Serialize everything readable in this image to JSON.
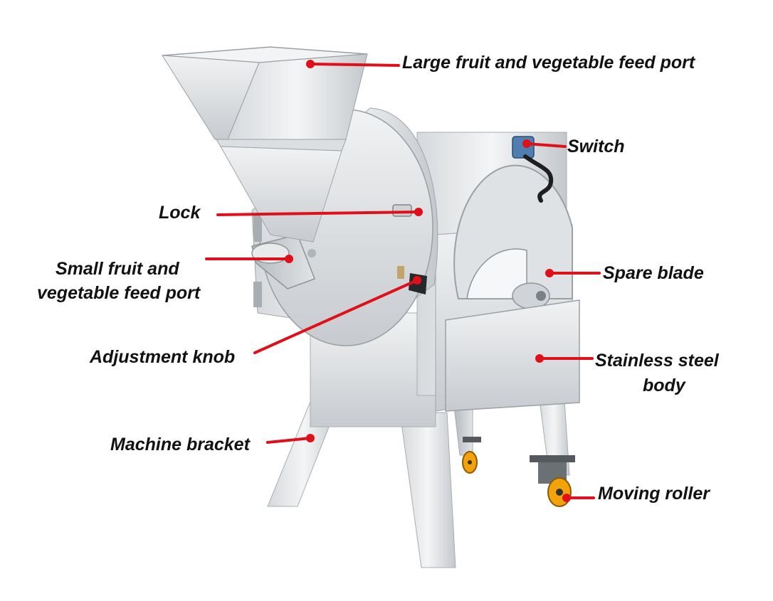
{
  "colors": {
    "leader": "#e0101a",
    "steel_light": "#eef0f2",
    "steel_mid": "#c9cdd1",
    "steel_dark": "#9aa0a6",
    "wheel": "#f2a20a"
  },
  "labels": {
    "large_feed_port": "Large fruit and vegetable feed port",
    "switch": "Switch",
    "lock": "Lock",
    "small_feed_port_line1": "Small fruit and",
    "small_feed_port_line2": "vegetable feed port",
    "spare_blade": "Spare blade",
    "adjustment_knob": "Adjustment knob",
    "body_line1": "Stainless steel",
    "body_line2": "body",
    "machine_bracket": "Machine bracket",
    "moving_roller": "Moving roller"
  }
}
